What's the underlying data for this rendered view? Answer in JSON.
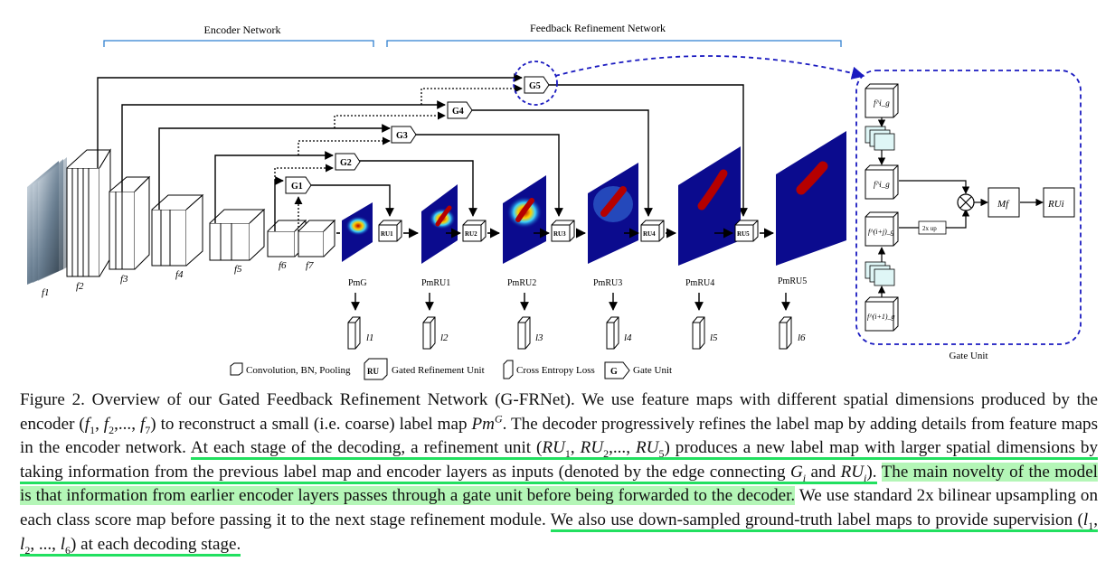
{
  "figure": {
    "labels": {
      "encoder": "Encoder Network",
      "feedback": "Feedback Refinement Network",
      "gate_unit": "Gate Unit"
    },
    "feature_labels": [
      "f1",
      "f2",
      "f3",
      "f4",
      "f5",
      "f6",
      "f7"
    ],
    "gate_labels": [
      "G1",
      "G2",
      "G3",
      "G4",
      "G5"
    ],
    "ru_labels": [
      "RU1",
      "RU2",
      "RU3",
      "RU4",
      "RU5"
    ],
    "pred_labels": [
      "PmG",
      "PmRU1",
      "PmRU2",
      "PmRU3",
      "PmRU4",
      "PmRU5"
    ],
    "loss_labels": [
      "l1",
      "l2",
      "l3",
      "l4",
      "l5",
      "l6"
    ],
    "legend": {
      "conv": "Convolution, BN, Pooling",
      "ru_tag": "RU",
      "ru": "Gated Refinement Unit",
      "ce": "Cross Entropy Loss",
      "g_tag": "G",
      "g": "Gate Unit"
    },
    "gate_detail": {
      "fg_top": "f^i_g",
      "fg_mid": "f^i_g",
      "fg_low": "f^(i+j)_g",
      "fg_bottom": "f^(i+1)_g",
      "upsample": "2x up",
      "mf": "Mf",
      "ru": "RUi"
    }
  },
  "caption": {
    "p1": "Figure 2. Overview of our Gated Feedback Refinement Network (G-FRNet). We use feature maps with different spatial dimensions produced by the encoder (",
    "f1": "f",
    "f1s": "1",
    "comma1": ", ",
    "f2": "f",
    "f2s": "2",
    "dots1": ",..., ",
    "f7": "f",
    "f7s": "7",
    "p2": ") to reconstruct a small (i.e. coarse) label map ",
    "pm": "Pm",
    "pmsup": "G",
    "p3": ". The decoder progressively refines the label map by adding details from feature maps in the encoder network. ",
    "h1a": "At each stage of the decoding, a refinement unit (",
    "ru1": "RU",
    "ru1s": "1",
    "rucomma": ", ",
    "ru2": "RU",
    "ru2s": "2",
    "rudots": ",..., ",
    "ru5": "RU",
    "ru5s": "5",
    "h1b": ") produces a new label map with larger spatial dimensions by taking information from the previous label map and encoder layers as inputs (denoted by the edge connecting ",
    "gi": "G",
    "gis": "i",
    "and": " and ",
    "rui": "RU",
    "ruis": "i",
    "h1c": ").",
    "space1": " ",
    "h2": "The main novelty of the model is that information from earlier encoder layers passes through a gate unit before being forwarded to the decoder",
    "h2end": ".",
    "p4": " We use standard 2x bilinear upsampling on each class score map before passing it to the next stage refinement module. ",
    "h3a": "We also use down-sampled ground-truth label maps to provide supervision (",
    "l1": "l",
    "l1s": "1",
    "lc1": ", ",
    "l2": "l",
    "l2s": "2",
    "ldots": ", ..., ",
    "l6": "l",
    "l6s": "6",
    "h3b": ") at each decoding stage."
  }
}
